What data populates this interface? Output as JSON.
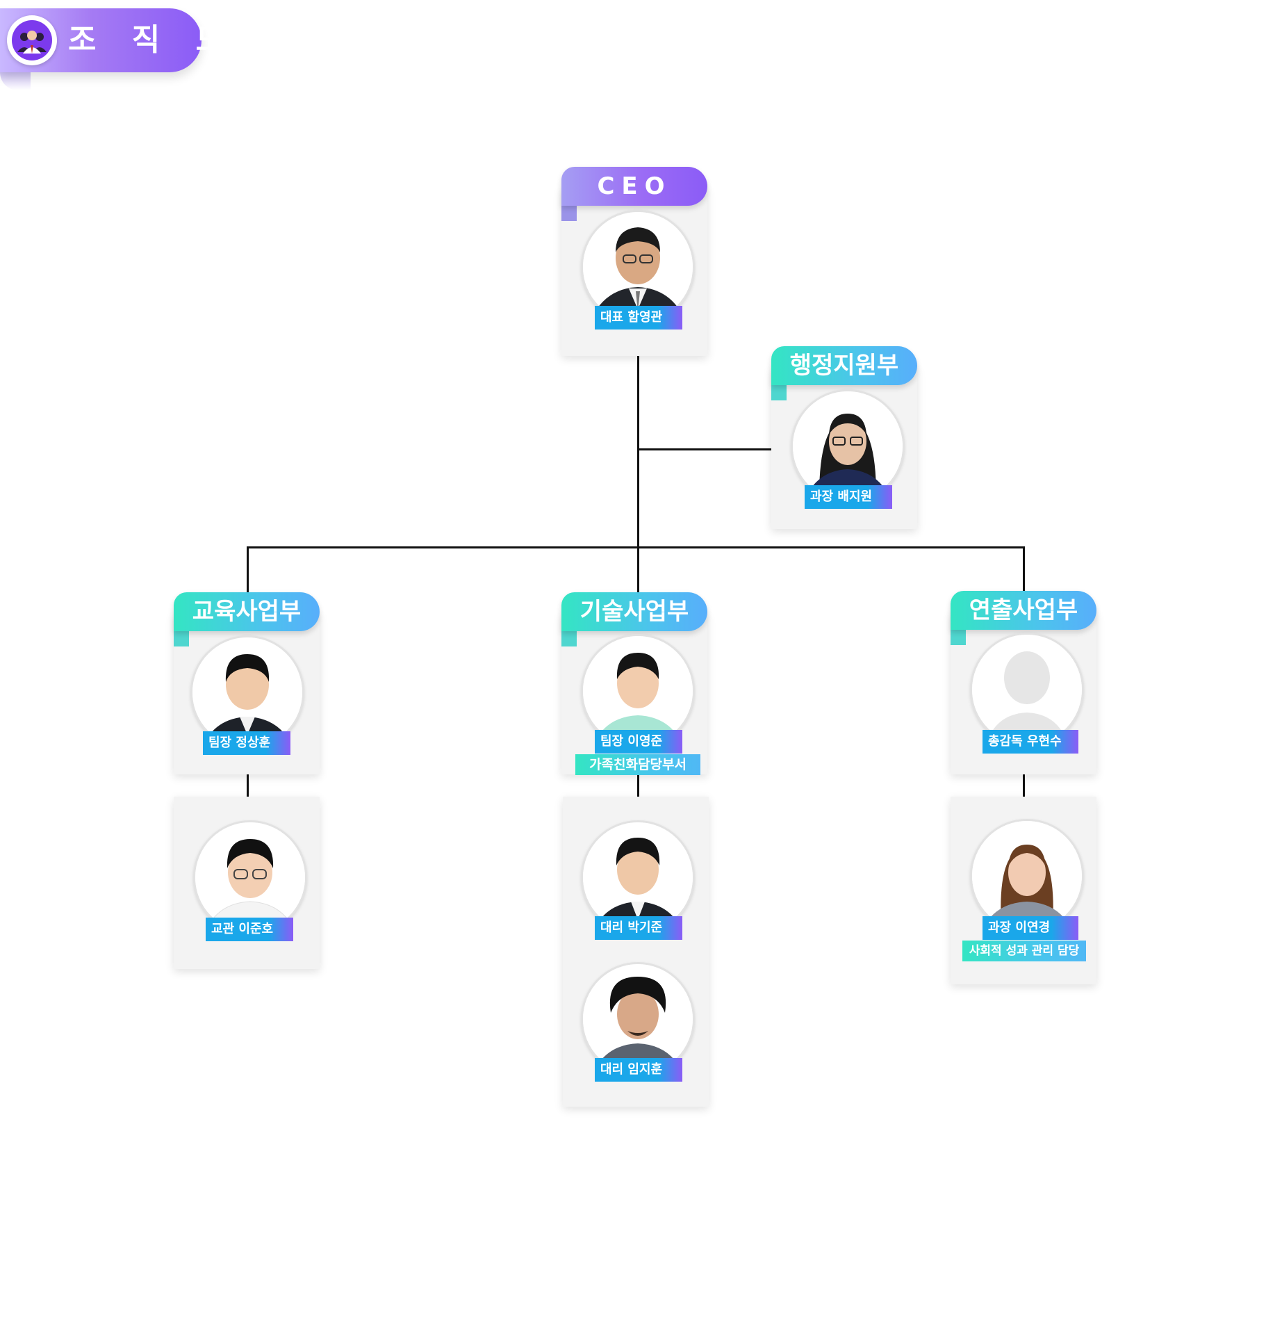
{
  "page": {
    "title": "조 직 도"
  },
  "nodes": {
    "ceo": {
      "tab": "CEO",
      "name": "대표 함영관"
    },
    "admin": {
      "tab": "행정지원부",
      "name": "과장 배지원"
    },
    "edu": {
      "tab": "교육사업부",
      "name": "팀장 정상훈"
    },
    "edu_sub": {
      "name": "교관 이준호"
    },
    "tech": {
      "tab": "기술사업부",
      "name": "팀장 이영준",
      "role": "가족친화담당부서"
    },
    "tech_sub1": {
      "name": "대리 박기준"
    },
    "tech_sub2": {
      "name": "대리 임지훈"
    },
    "perf": {
      "tab": "연출사업부",
      "name": "총감독 우현수"
    },
    "perf_sub": {
      "name": "과장 이연경",
      "role": "사회적 성과 관리 담당"
    }
  },
  "colors": {
    "accent_purple": "#8b5cf6",
    "accent_teal": "#34e5c3",
    "accent_blue": "#1aa7ea",
    "line": "#111111"
  },
  "icons": {
    "title": "people-group-icon",
    "placeholder": "person-placeholder-icon"
  }
}
